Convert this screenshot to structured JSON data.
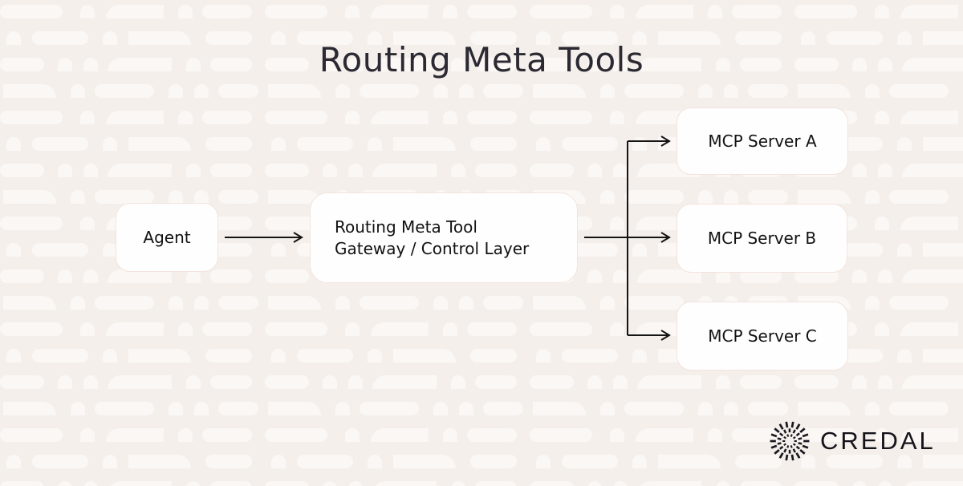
{
  "title": "Routing Meta Tools",
  "diagram": {
    "agent": {
      "label": "Agent"
    },
    "gateway": {
      "lines": [
        "Routing Meta Tool",
        "Gateway / Control Layer"
      ]
    },
    "servers": [
      {
        "label": "MCP Server A"
      },
      {
        "label": "MCP Server B"
      },
      {
        "label": "MCP Server C"
      }
    ]
  },
  "logo": {
    "wordmark": "CREDAL",
    "icon": "radial-dashes-icon"
  },
  "colors": {
    "background": "#f4efeb",
    "pattern_shape": "#fbf7f4",
    "node_background": "#fffefe",
    "node_border": "#f3e3dc",
    "text": "#121212",
    "title": "#2b2a33",
    "arrow": "#141414",
    "logo_text": "#16141b"
  }
}
